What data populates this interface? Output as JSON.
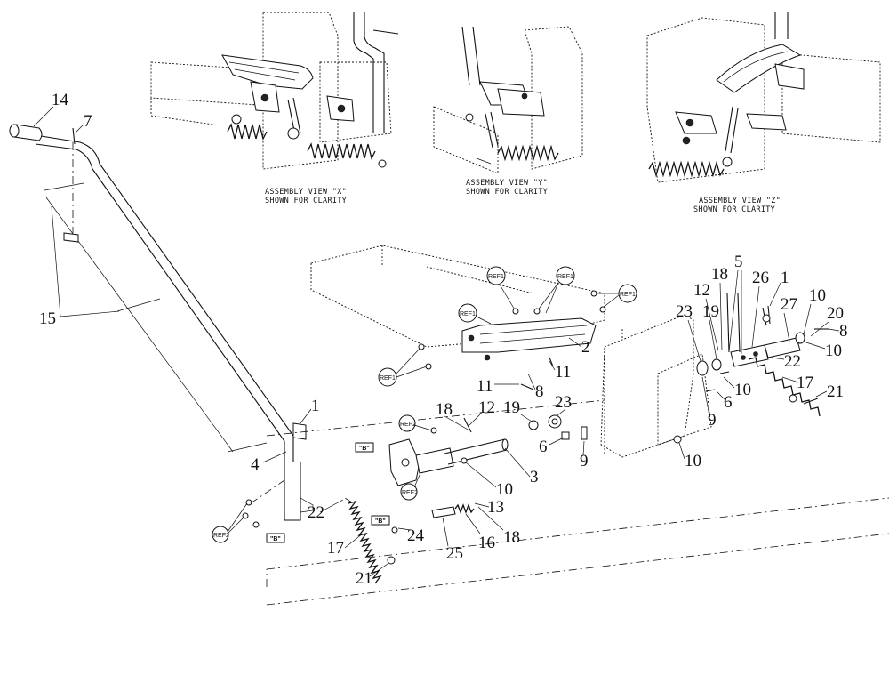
{
  "views": [
    {
      "caption_line1": "ASSEMBLY VIEW \"X\"",
      "caption_line2": "SHOWN FOR CLARITY"
    },
    {
      "caption_line1": "ASSEMBLY VIEW \"Y\"",
      "caption_line2": "SHOWN FOR CLARITY"
    },
    {
      "caption_line1": "ASSEMBLY VIEW \"Z\"",
      "caption_line2": "SHOWN FOR CLARITY"
    }
  ],
  "ref_tags": {
    "ref1": "REF1",
    "ref2": "REF2",
    "b_tag": "\"B\""
  },
  "callouts": {
    "c14": "14",
    "c7": "7",
    "c15": "15",
    "c4": "4",
    "c1a": "1",
    "c17a": "17",
    "c21a": "21",
    "c22a": "22",
    "c24": "24",
    "c25": "25",
    "c16": "16",
    "c13": "13",
    "c18a": "18",
    "c10a": "10",
    "c3": "3",
    "c18b": "18",
    "c12a": "12",
    "c19a": "19",
    "c23a": "23",
    "c6a": "6",
    "c9a": "9",
    "c11a": "11",
    "c8a": "8",
    "c11b": "11",
    "c2": "2",
    "c23b": "23",
    "c19b": "19",
    "c12b": "12",
    "c18c": "18",
    "c5": "5",
    "c26": "26",
    "c1b": "1",
    "c10b": "10",
    "c27": "27",
    "c20": "20",
    "c8b": "8",
    "c10c": "10",
    "c22b": "22",
    "c10d": "10",
    "c6b": "6",
    "c9b": "9",
    "c17b": "17",
    "c21b": "21",
    "c10e": "10"
  }
}
